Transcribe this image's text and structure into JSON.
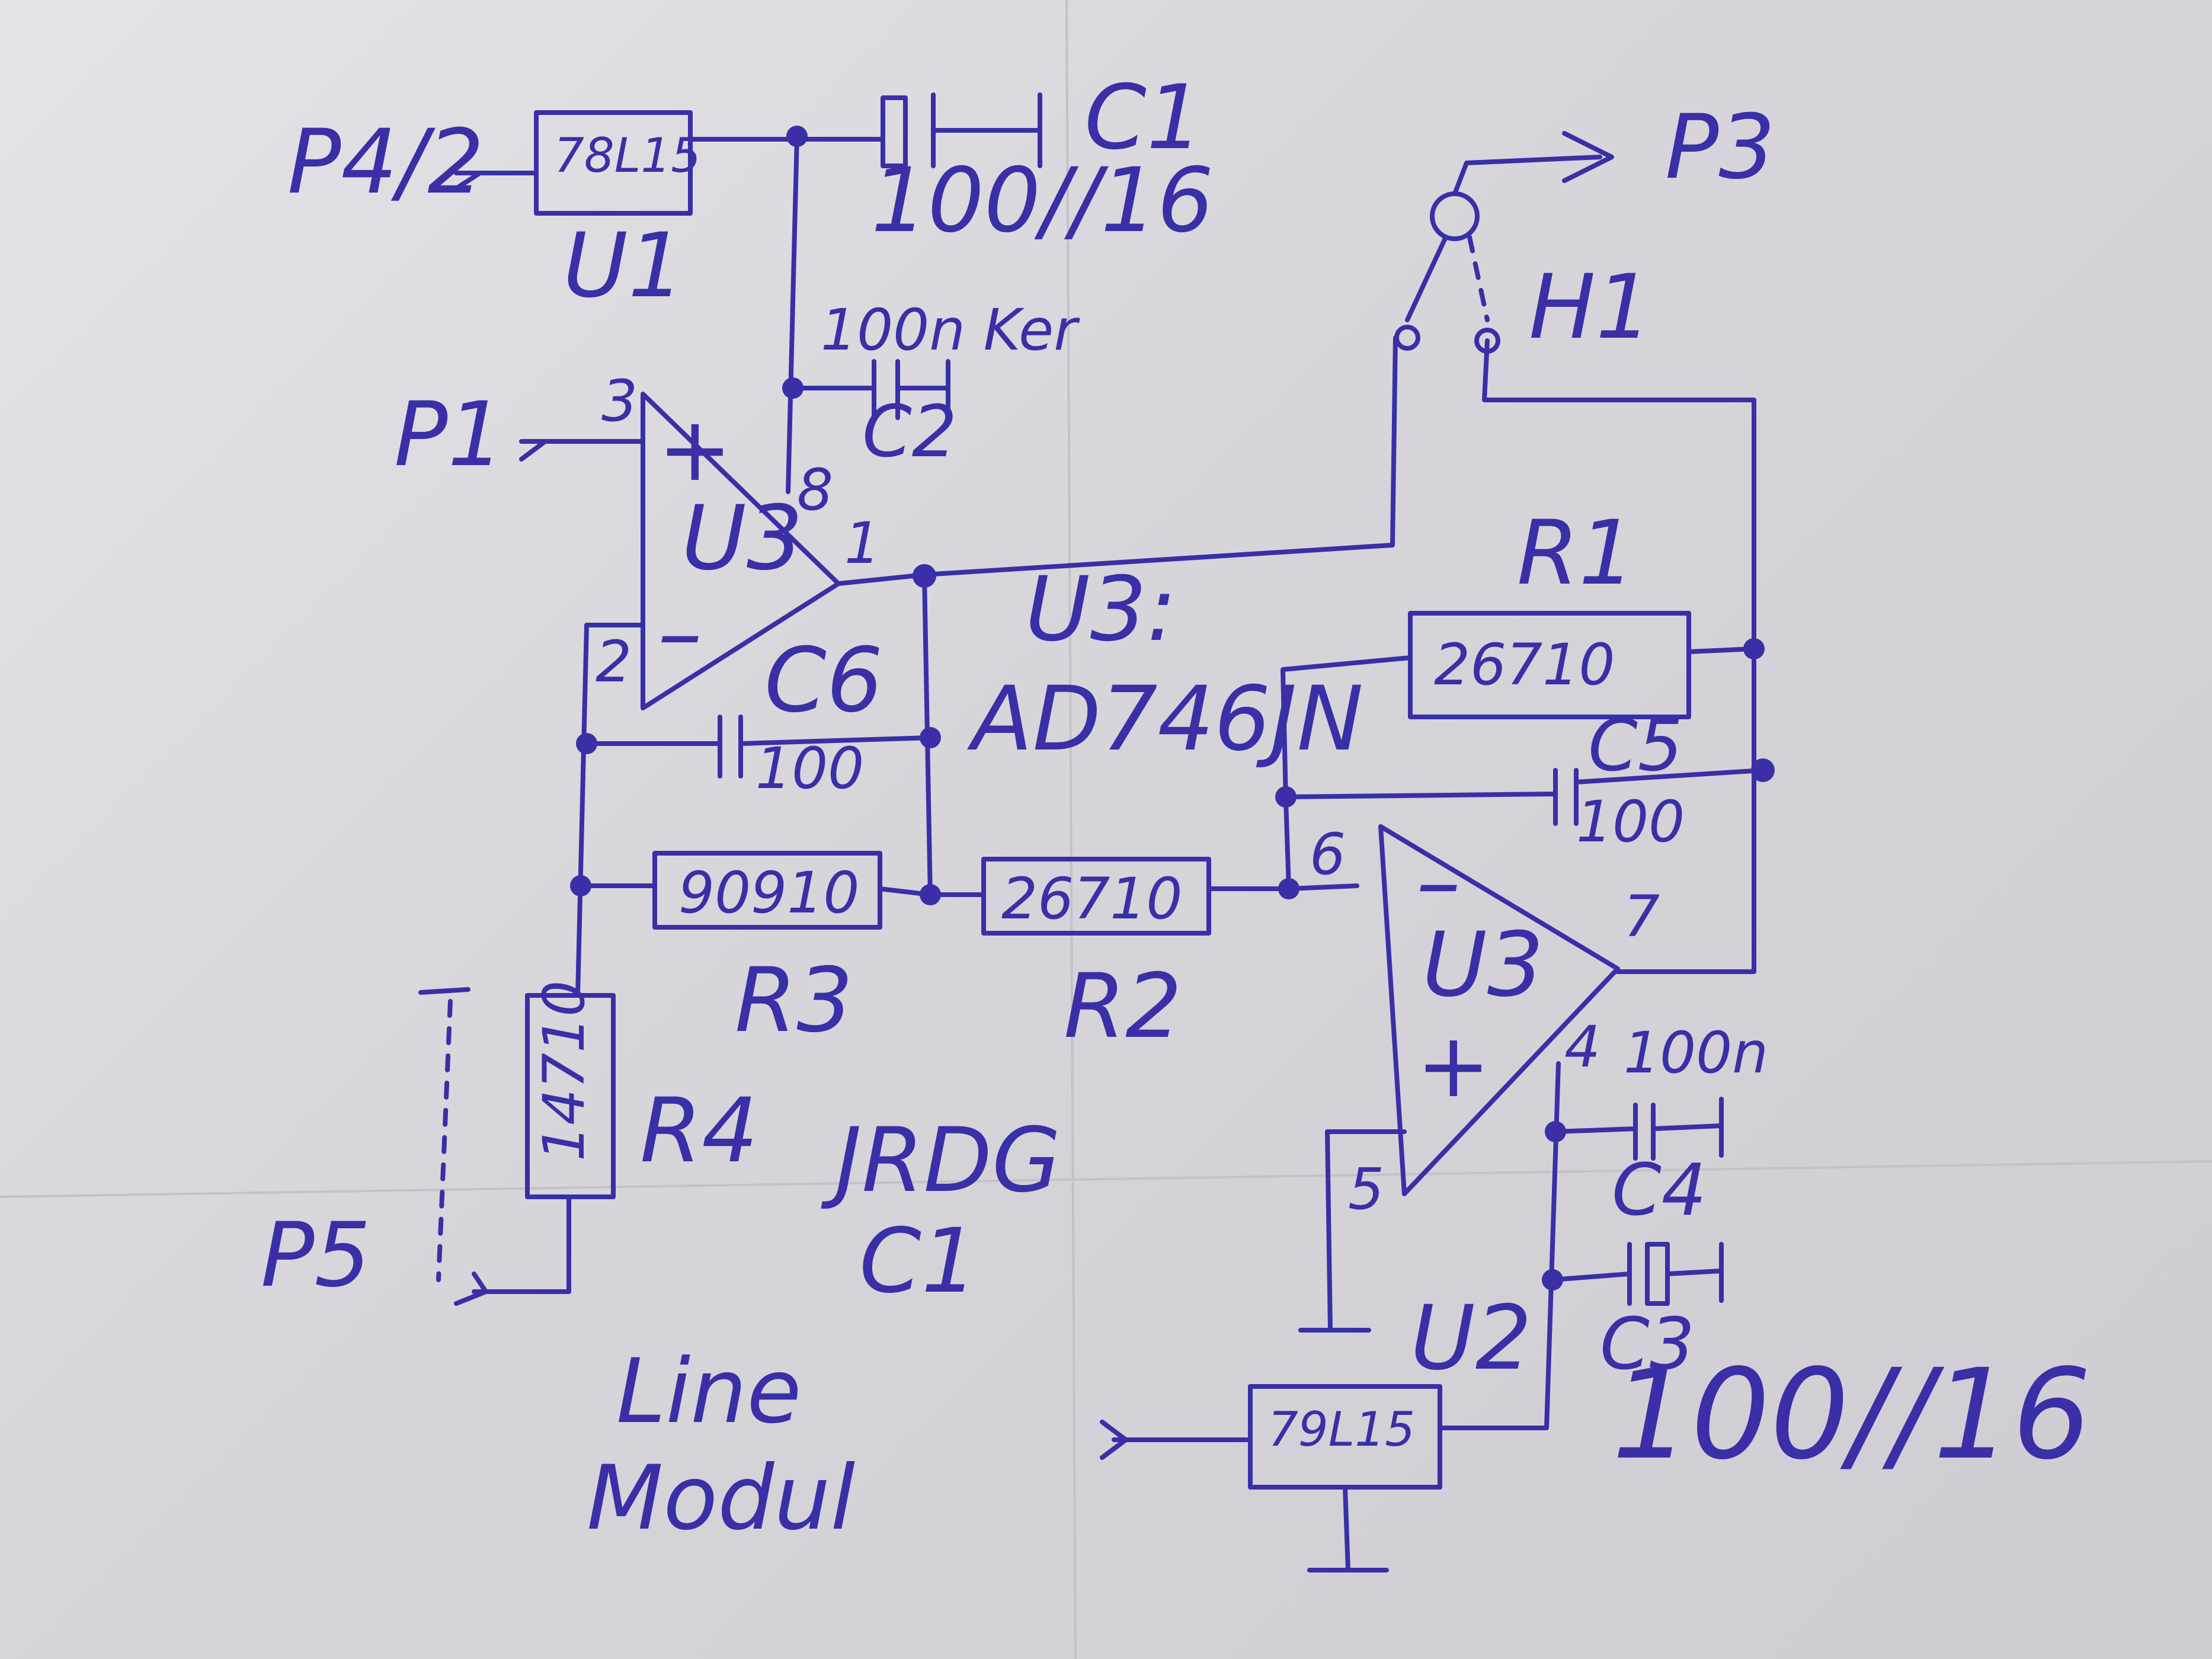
{
  "colors": {
    "ink": "#3a2fa6",
    "paper": "#dedde2"
  },
  "ports": {
    "p4": "P4/2",
    "p1": "P1",
    "p3": "P3",
    "p5": "P5"
  },
  "u1": {
    "part": "78L15",
    "ref": "U1"
  },
  "u2": {
    "part": "79L15",
    "ref": "U2"
  },
  "c1": {
    "ref": "C1",
    "value": "100//16"
  },
  "c2": {
    "ref": "C2",
    "value": "100n Ker"
  },
  "c3": {
    "ref": "C3"
  },
  "c4": {
    "ref": "C4",
    "value": "100n"
  },
  "c5": {
    "ref": "C5",
    "value": "100"
  },
  "c6": {
    "ref": "C6",
    "value": "100"
  },
  "c3_value": "100//16",
  "r1": {
    "ref": "R1",
    "value": "26710"
  },
  "r2": {
    "ref": "R2",
    "value": "26710"
  },
  "r3": {
    "ref": "R3",
    "value": "90910"
  },
  "r4": {
    "ref": "R4",
    "value": "14710"
  },
  "h1": {
    "ref": "H1"
  },
  "opamp_top": {
    "ref": "U3",
    "plus": "+",
    "minus": "–",
    "pin3": "3",
    "pin2": "2",
    "pin8": "8",
    "pin1": "1"
  },
  "opamp_bottom": {
    "ref": "U3",
    "plus": "+",
    "minus": "–",
    "pin6": "6",
    "pin5": "5",
    "pin7": "7",
    "pin4": "4"
  },
  "u3_note": {
    "ref": "U3:",
    "part": "AD746JN"
  },
  "signature": {
    "name": "JRDG",
    "id": "C1"
  },
  "module": {
    "line1": "Line",
    "line2": "Modul"
  }
}
